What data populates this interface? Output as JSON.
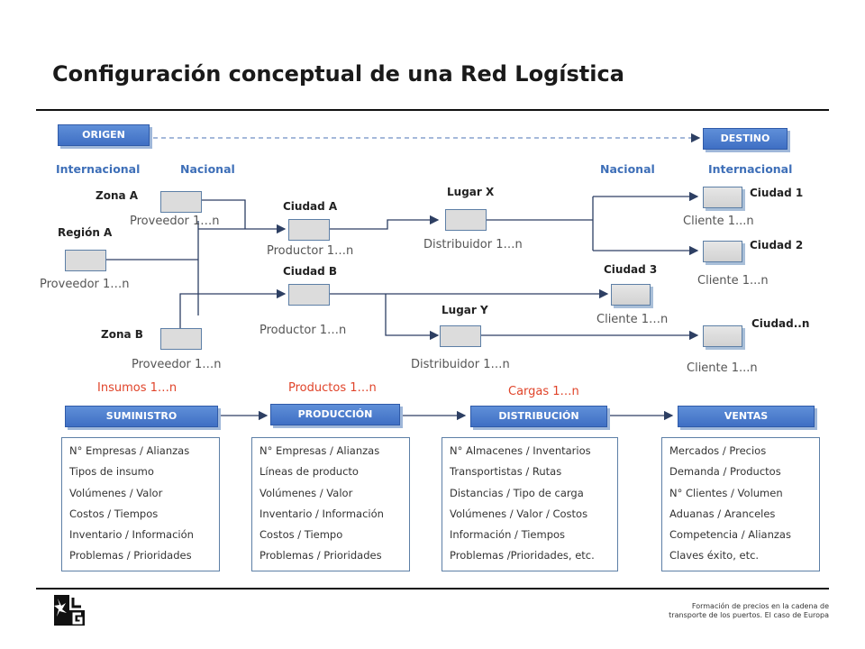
{
  "title": "Configuración conceptual de una Red Logística",
  "origen": "ORIGEN",
  "destino": "DESTINO",
  "headers": {
    "internacional_left": "Internacional",
    "nacional_left": "Nacional",
    "nacional_right": "Nacional",
    "internacional_right": "Internacional"
  },
  "places": {
    "zona_a": "Zona A",
    "region_a": "Región A",
    "zona_b": "Zona B",
    "ciudad_a": "Ciudad A",
    "ciudad_b": "Ciudad B",
    "lugar_x": "Lugar X",
    "lugar_y": "Lugar Y",
    "ciudad_1": "Ciudad 1",
    "ciudad_2": "Ciudad 2",
    "ciudad_3": "Ciudad 3",
    "ciudad_n": "Ciudad..n"
  },
  "roles": {
    "proveedor_a": "Proveedor 1…n",
    "proveedor_region": "Proveedor 1…n",
    "proveedor_b": "Proveedor 1…n",
    "productor_a": "Productor 1…n",
    "productor_b": "Productor 1…n",
    "distribuidor_x": "Distribuidor 1…n",
    "distribuidor_y": "Distribuidor 1…n",
    "cliente_1": "Cliente 1...n",
    "cliente_2": "Cliente 1...n",
    "cliente_3": "Cliente 1…n",
    "cliente_n": "Cliente 1...n"
  },
  "flows": {
    "insumos": "Insumos 1…n",
    "productos": "Productos 1…n",
    "cargas": "Cargas 1…n"
  },
  "stages": [
    {
      "label": "SUMINISTRO",
      "items": [
        "N° Empresas / Alianzas",
        "Tipos de insumo",
        "Volúmenes / Valor",
        "Costos / Tiempos",
        "Inventario / Información",
        "Problemas / Prioridades"
      ]
    },
    {
      "label": "PRODUCCIÓN",
      "items": [
        "N° Empresas / Alianzas",
        "Líneas de producto",
        "Volúmenes / Valor",
        "Inventario / Información",
        "Costos / Tiempo",
        "Problemas / Prioridades"
      ]
    },
    {
      "label": "DISTRIBUCIÓN",
      "items": [
        "N° Almacenes / Inventarios",
        "Transportistas / Rutas",
        "Distancias / Tipo de carga",
        "Volúmenes / Valor / Costos",
        "Información / Tiempos",
        "Problemas /Prioridades, etc."
      ]
    },
    {
      "label": "VENTAS",
      "items": [
        "Mercados / Precios",
        "Demanda / Productos",
        "N° Clientes / Volumen",
        "Aduanas / Aranceles",
        "Competencia / Alianzas",
        "Claves éxito, etc."
      ]
    }
  ],
  "footer": {
    "line1": "Formación de precios en la cadena de",
    "line2": "transporte de los puertos. El caso de Europa"
  },
  "colors": {
    "accent_blue": "#3e6fb8",
    "flow_red": "#e0442a",
    "line_navy": "#2d3f63"
  }
}
